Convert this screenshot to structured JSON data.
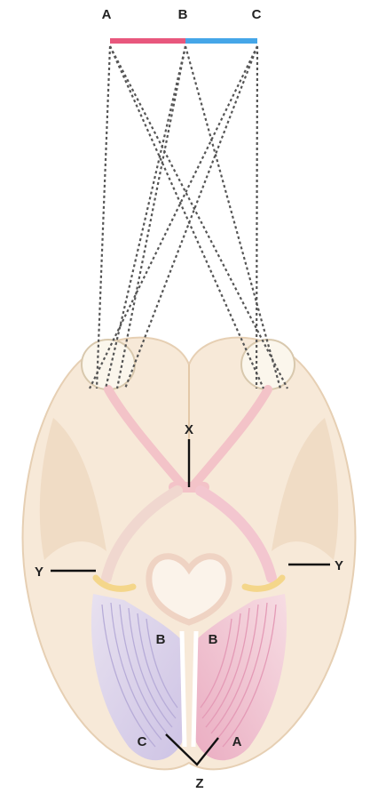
{
  "labels": {
    "top_a": "A",
    "top_b": "B",
    "top_c": "C",
    "x": "X",
    "y_left": "Y",
    "y_right": "Y",
    "b_left": "B",
    "b_right": "B",
    "c_bottom": "C",
    "a_bottom": "A",
    "z": "Z"
  },
  "colors": {
    "segment_ab": "#e8577d",
    "segment_bc": "#45a6e8",
    "brain_fill": "#f7e9d8",
    "brain_shade": "#eccfae",
    "tract": "#f3c3c8"
  }
}
